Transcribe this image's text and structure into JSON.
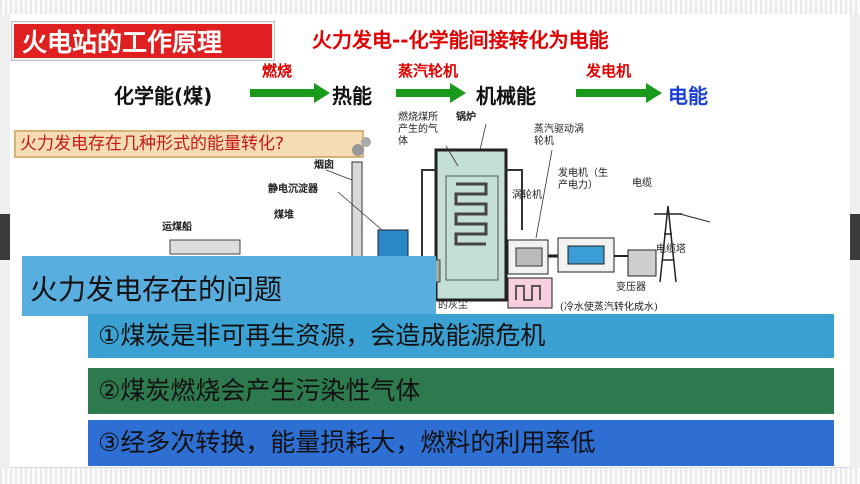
{
  "slide": {
    "title": "火电站的工作原理",
    "subtitle": "火力发电--化学能间接转化为电能"
  },
  "energy_chain": {
    "stages": [
      "化学能(煤)",
      "热能",
      "机械能",
      "电能"
    ],
    "converters": [
      "燃烧",
      "蒸汽轮机",
      "发电机"
    ],
    "colors": {
      "arrow": "#1a9a1a",
      "converter": "#e00000",
      "final": "#1a3fd6"
    }
  },
  "question": "火力发电存在几种形式的能量转化?",
  "diagram": {
    "labels": {
      "gas": "燃烧煤所产生的气体",
      "boiler": "锅炉",
      "turbine_drive": "蒸汽驱动涡轮机",
      "chimney": "烟囱",
      "precipitator": "静电沉淀器",
      "coal_pile": "煤堆",
      "ship": "运煤船",
      "generator": "发电机（生产电力）",
      "turbine": "涡轮机",
      "cable": "电缆",
      "tower": "电缆塔",
      "transformer": "变压器",
      "ash": "的灰尘",
      "cooling": "(冷水使蒸汽转化成水)"
    }
  },
  "problems": {
    "heading": "火力发电存在的问题",
    "items": [
      "①煤炭是非可再生资源，会造成能源危机",
      "②煤炭燃烧会产生污染性气体",
      "③经多次转换，能量损耗大，燃料的利用率低"
    ]
  }
}
